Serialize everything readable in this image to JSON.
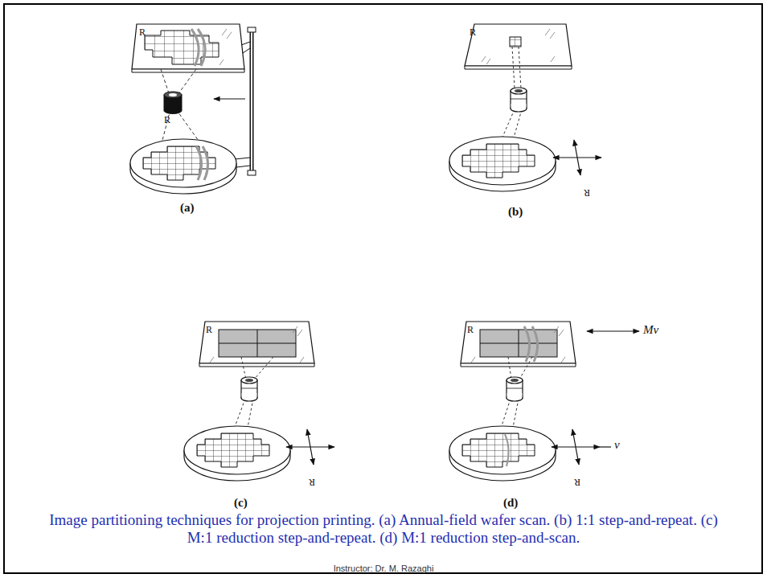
{
  "diagram": {
    "caption": "Image partitioning techniques for projection printing. (a) Annual-field wafer scan. (b) 1:1 step-and-repeat. (c) M:1 reduction step-and-repeat. (d) M:1 reduction step-and-scan.",
    "labels": [
      "R",
      "R",
      "(a)",
      "R",
      "R",
      "(b)",
      "R",
      "R",
      "(c)",
      "R",
      "Mv",
      "R",
      "v",
      "(d)",
      "Instructor: Dr. M. Razaghi"
    ]
  }
}
